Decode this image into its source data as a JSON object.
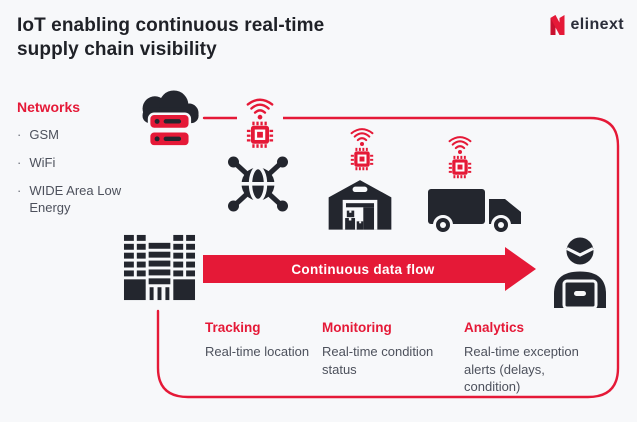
{
  "title": {
    "line1": "IoT enabling continuous real-time",
    "line2": "supply chain visibility"
  },
  "logo": {
    "brand": "elinext"
  },
  "networks": {
    "heading": "Networks",
    "bullet": "·",
    "items": [
      "GSM",
      "WiFi",
      "WIDE Area Low Energy"
    ]
  },
  "flow": {
    "arrow_label": "Continuous data flow"
  },
  "columns": [
    {
      "heading": "Tracking",
      "body": "Real-time location"
    },
    {
      "heading": "Monitoring",
      "body": "Real-time condition status"
    },
    {
      "heading": "Analytics",
      "body": "Real-time exception alerts (delays, condition)"
    }
  ],
  "icons": {
    "elinext-logo-mark-icon": "red stylized N lightning mark",
    "cloud-server-icon": "black cloud with red server racks",
    "iot-chip-wifi-icon": "red microchip with wifi signal",
    "globe-network-icon": "globe with connected network nodes",
    "warehouse-icon": "warehouse with stacked boxes",
    "truck-icon": "delivery truck",
    "city-buildings-icon": "office building towers",
    "person-laptop-icon": "person working on laptop"
  },
  "colors": {
    "accent_red": "#e51937",
    "ink": "#23262e",
    "text_gray": "#4d515c",
    "background": "#f7f8fa",
    "white": "#ffffff"
  }
}
